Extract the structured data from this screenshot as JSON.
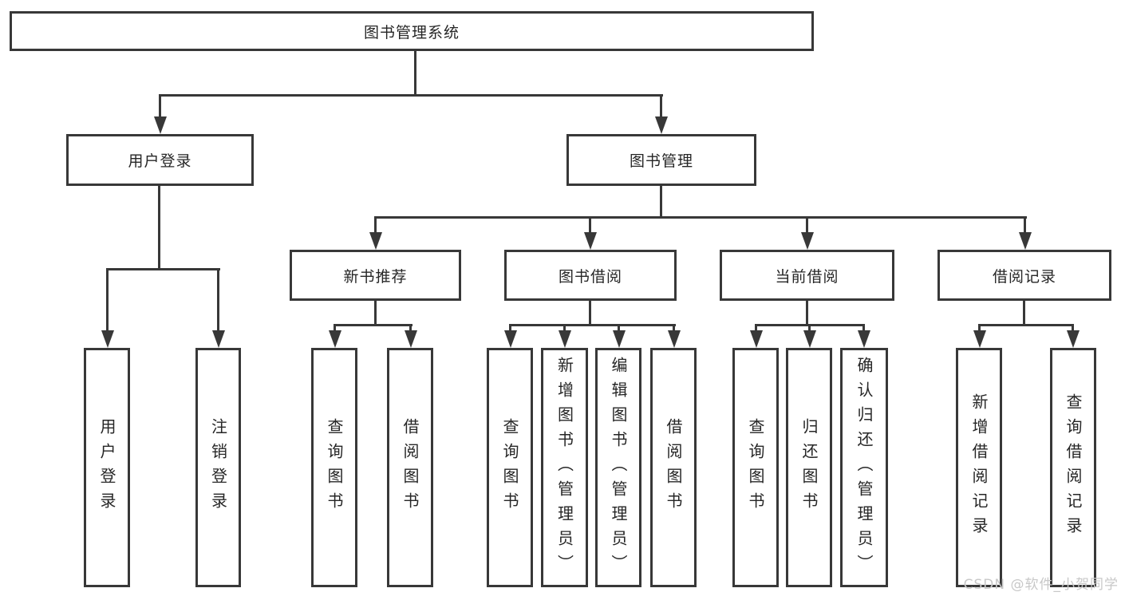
{
  "title": "图书管理系统",
  "watermark": "CSDN @软件_小贺同学",
  "colors": {
    "line": "#383838",
    "text": "#262626",
    "box_background": "#ffffff",
    "watermark": "#c8c8c8"
  },
  "nodes": {
    "root": "图书管理系统",
    "user_login": "用户登录",
    "book_management": "图书管理",
    "new_book_recommend": "新书推荐",
    "book_borrowing": "图书借阅",
    "current_borrowing": "当前借阅",
    "borrowing_records": "借阅记录",
    "leaf_user_login": "用户登录",
    "leaf_logout": "注销登录",
    "newbook_query_books": "查询图书",
    "newbook_borrow_books": "借阅图书",
    "borrowing_query_books": "查询图书",
    "borrowing_add_books": "新增图书（管理员）",
    "borrowing_edit_books": "编辑图书（管理员）",
    "borrowing_borrow_books": "借阅图书",
    "current_query_books": "查询图书",
    "current_return_books": "归还图书",
    "current_confirm_return": "确认归还（管理员）",
    "records_add_record": "新增借阅记录",
    "records_query_record": "查询借阅记录"
  },
  "hierarchy": {
    "root": [
      "user_login",
      "book_management"
    ],
    "user_login": [
      "leaf_user_login",
      "leaf_logout"
    ],
    "book_management": [
      "new_book_recommend",
      "book_borrowing",
      "current_borrowing",
      "borrowing_records"
    ],
    "new_book_recommend": [
      "newbook_query_books",
      "newbook_borrow_books"
    ],
    "book_borrowing": [
      "borrowing_query_books",
      "borrowing_add_books",
      "borrowing_edit_books",
      "borrowing_borrow_books"
    ],
    "current_borrowing": [
      "current_query_books",
      "current_return_books",
      "current_confirm_return"
    ],
    "borrowing_records": [
      "records_add_record",
      "records_query_record"
    ]
  }
}
